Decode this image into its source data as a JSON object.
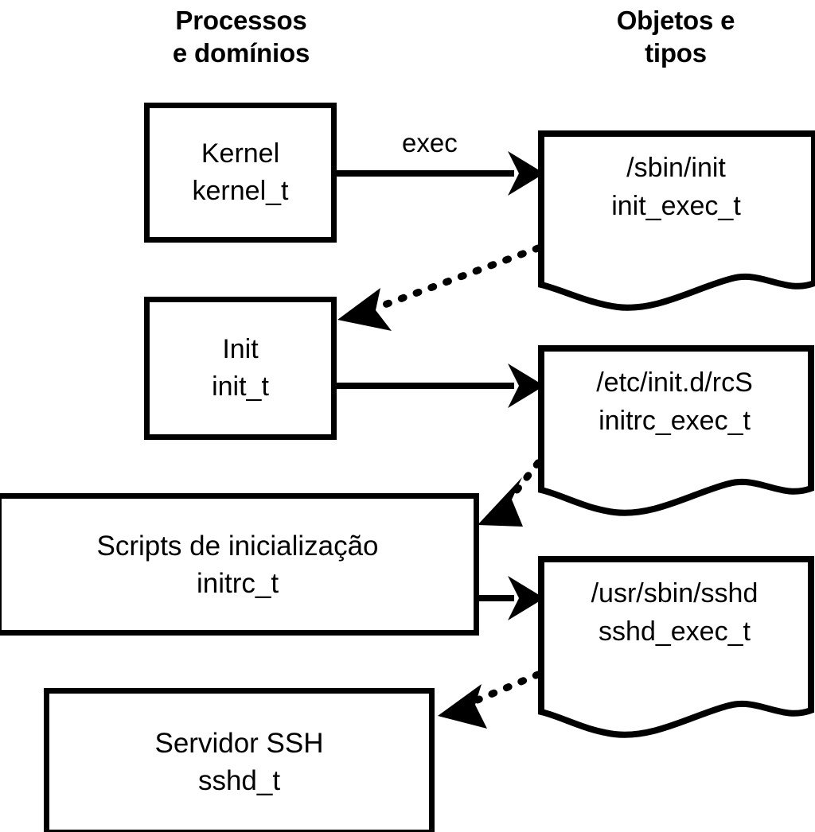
{
  "diagram": {
    "title_left": "Processos\ne domínios",
    "title_right": "Objetos e\ntipos",
    "colors": {
      "stroke": "#000000",
      "fill": "#ffffff",
      "text": "#000000"
    },
    "columns": [
      {
        "id": "processes",
        "header": "Processos\ne domínios"
      },
      {
        "id": "objects",
        "header": "Objetos e\ntipos"
      }
    ],
    "process_nodes": [
      {
        "id": "kernel",
        "line1": "Kernel",
        "line2": "kernel_t"
      },
      {
        "id": "init",
        "line1": "Init",
        "line2": "init_t"
      },
      {
        "id": "initrc",
        "line1": "Scripts de inicialização",
        "line2": "initrc_t"
      },
      {
        "id": "sshd",
        "line1": "Servidor SSH",
        "line2": "sshd_t"
      }
    ],
    "object_nodes": [
      {
        "id": "init_exec",
        "line1": "/sbin/init",
        "line2": "init_exec_t"
      },
      {
        "id": "initrc_exec",
        "line1": "/etc/init.d/rcS",
        "line2": "initrc_exec_t"
      },
      {
        "id": "sshd_exec",
        "line1": "/usr/sbin/sshd",
        "line2": "sshd_exec_t"
      }
    ],
    "edges": [
      {
        "id": "kernel-exec-init",
        "from": "kernel",
        "to": "init_exec",
        "style": "solid",
        "label": "exec"
      },
      {
        "id": "initexec-becomes-init",
        "from": "init_exec",
        "to": "init",
        "style": "dotted",
        "label": ""
      },
      {
        "id": "init-exec-rcs",
        "from": "init",
        "to": "initrc_exec",
        "style": "solid",
        "label": ""
      },
      {
        "id": "rcs-becomes-initrc",
        "from": "initrc_exec",
        "to": "initrc",
        "style": "dotted",
        "label": ""
      },
      {
        "id": "initrc-exec-sshd",
        "from": "initrc",
        "to": "sshd_exec",
        "style": "solid",
        "label": ""
      },
      {
        "id": "sshdexec-becomes-sshd",
        "from": "sshd_exec",
        "to": "sshd",
        "style": "dotted",
        "label": ""
      }
    ]
  }
}
